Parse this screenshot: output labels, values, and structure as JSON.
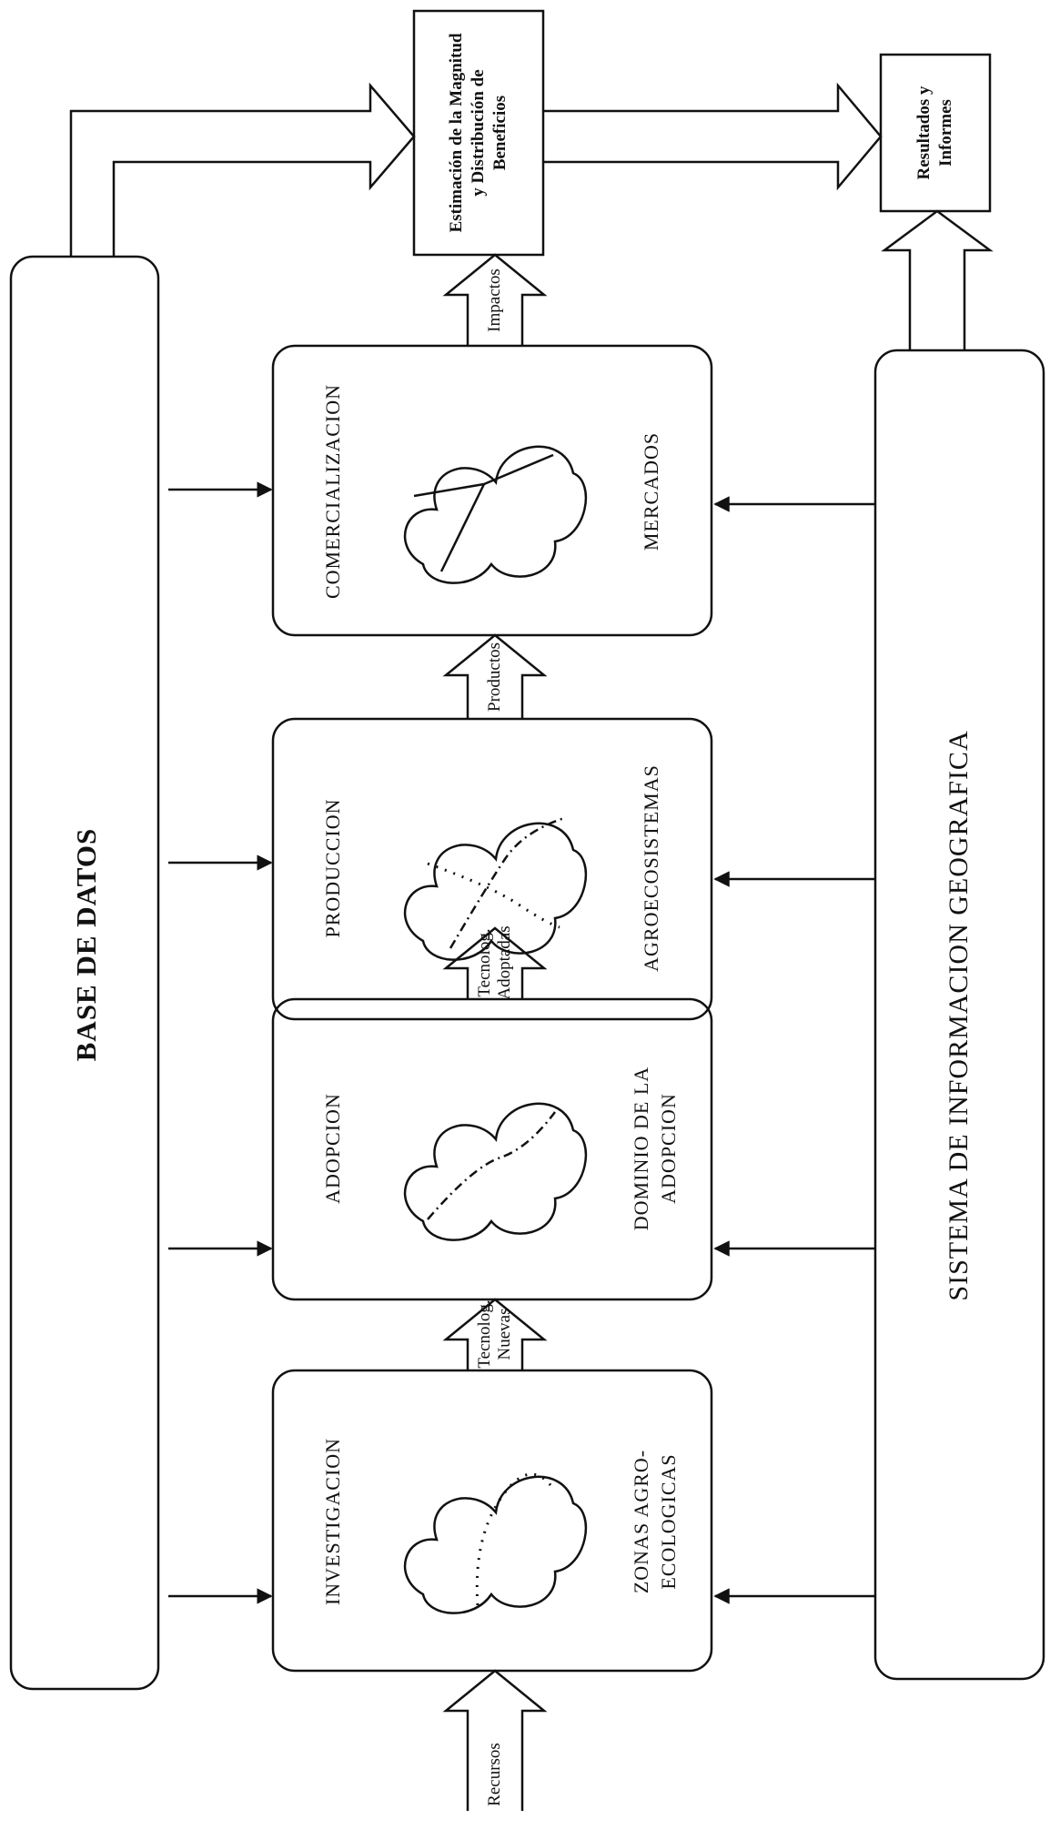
{
  "database": "BASE DE DATOS",
  "gis": "SISTEMA DE INFORMACION GEOGRAFICA",
  "benefits": "Estimación de la Magnitud y Distribución de Beneficios",
  "results": "Resultados y Informes",
  "stages": [
    {
      "title": "INVESTIGACION",
      "zone": "ZONAS AGRO- ECOLOGICAS"
    },
    {
      "title": "ADOPCION",
      "zone": "DOMINIO DE LA ADOPCION"
    },
    {
      "title": "PRODUCCION",
      "zone": "AGROECOSISTEMAS"
    },
    {
      "title": "COMERCIALIZACION",
      "zone": "MERCADOS"
    }
  ],
  "flows": [
    "Recursos",
    "Tecnolog. Nuevas",
    "Tecnolog. Adoptadas",
    "Productos",
    "Impactos"
  ]
}
